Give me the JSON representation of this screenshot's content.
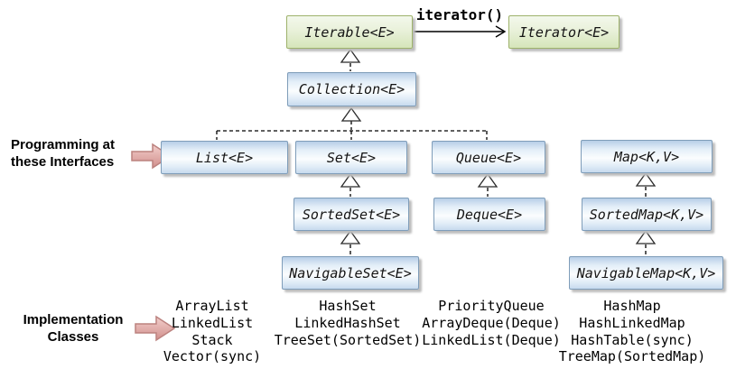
{
  "diagram": {
    "nodes": {
      "iterable": {
        "label": "Iterable<E>",
        "kind": "interface",
        "color": "green"
      },
      "iterator": {
        "label": "Iterator<E>",
        "kind": "interface",
        "color": "green"
      },
      "collection": {
        "label": "Collection<E>",
        "kind": "interface",
        "color": "blue"
      },
      "list": {
        "label": "List<E>",
        "kind": "interface",
        "color": "blue"
      },
      "set": {
        "label": "Set<E>",
        "kind": "interface",
        "color": "blue"
      },
      "queue": {
        "label": "Queue<E>",
        "kind": "interface",
        "color": "blue"
      },
      "map": {
        "label": "Map<K,V>",
        "kind": "interface",
        "color": "blue"
      },
      "sortedset": {
        "label": "SortedSet<E>",
        "kind": "interface",
        "color": "blue"
      },
      "deque": {
        "label": "Deque<E>",
        "kind": "interface",
        "color": "blue"
      },
      "sortedmap": {
        "label": "SortedMap<K,V>",
        "kind": "interface",
        "color": "blue"
      },
      "navigableset": {
        "label": "NavigableSet<E>",
        "kind": "interface",
        "color": "blue"
      },
      "navigablemap": {
        "label": "NavigableMap<K,V>",
        "kind": "interface",
        "color": "blue"
      }
    },
    "edge_label": "iterator()"
  },
  "annotations": {
    "interfaces_line1": "Programming at",
    "interfaces_line2": "these Interfaces",
    "impl_line1": "Implementation",
    "impl_line2": "Classes"
  },
  "implementations": {
    "list": [
      "ArrayList",
      "LinkedList",
      "Stack",
      "Vector(sync)"
    ],
    "set": [
      "HashSet",
      "LinkedHashSet",
      "TreeSet(SortedSet)"
    ],
    "queue": [
      "PriorityQueue",
      "ArrayDeque(Deque)",
      "LinkedList(Deque)"
    ],
    "map": [
      "HashMap",
      "HashLinkedMap",
      "HashTable(sync)",
      "TreeMap(SortedMap)"
    ]
  },
  "colors": {
    "interface_green_border": "#9eb26b",
    "interface_green_fill": "#d6e5ba",
    "interface_blue_border": "#7f9db9",
    "interface_blue_fill": "#c7daee",
    "annotation_arrow_fill": "#e0a09d",
    "connector": "#000000"
  }
}
